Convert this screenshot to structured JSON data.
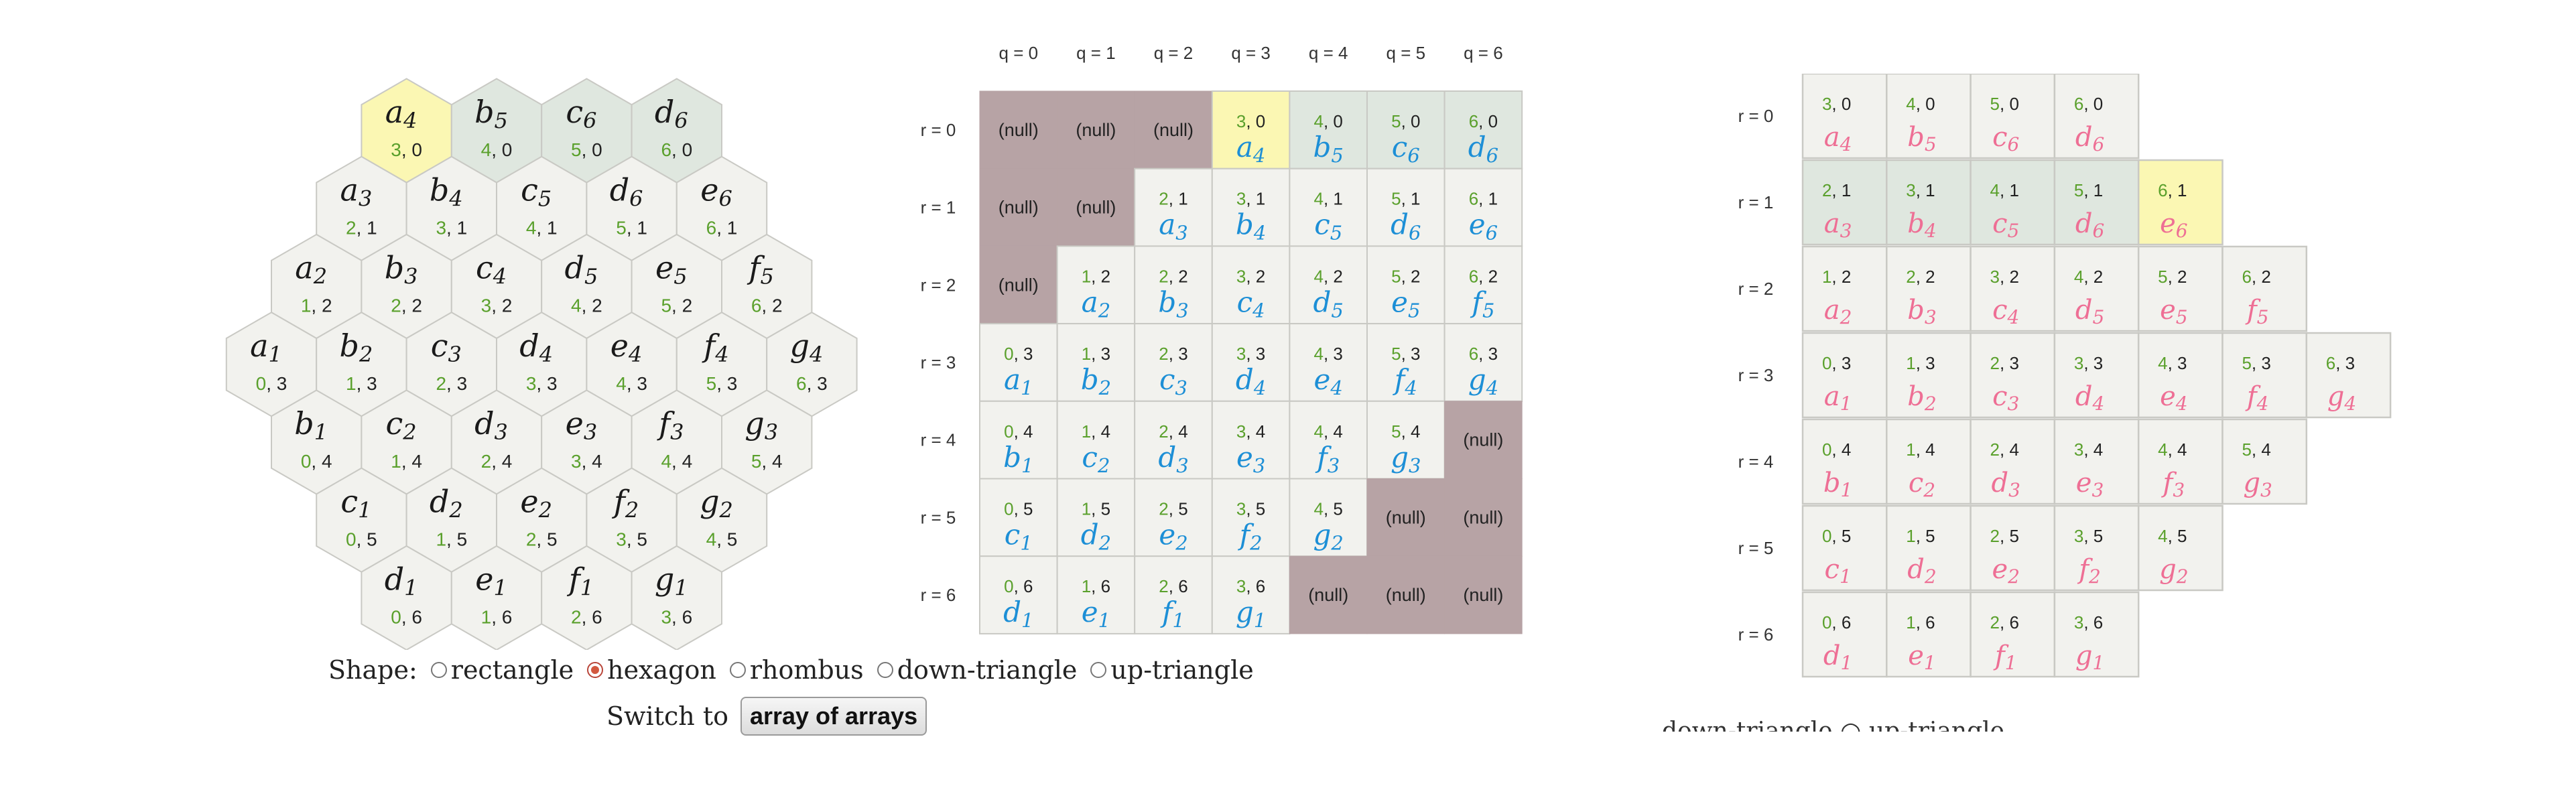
{
  "left_panel": {
    "shape_label": "Shape:",
    "shape_options": [
      "rectangle",
      "hexagon",
      "rhombus",
      "down-triangle",
      "up-triangle"
    ],
    "selected_shape": "hexagon",
    "switch_label": "Switch to",
    "switch_button": "array of arrays"
  },
  "hex_grid": {
    "cells": [
      {
        "q": 3,
        "r": 0,
        "coord": "3, 0",
        "hand": "a4",
        "state": "highlight"
      },
      {
        "q": 4,
        "r": 0,
        "coord": "4, 0",
        "hand": "b5",
        "state": "tinted"
      },
      {
        "q": 5,
        "r": 0,
        "coord": "5, 0",
        "hand": "c6",
        "state": "tinted"
      },
      {
        "q": 6,
        "r": 0,
        "coord": "6, 0",
        "hand": "d6",
        "state": "tinted"
      },
      {
        "q": 2,
        "r": 1,
        "coord": "2, 1",
        "hand": "a3",
        "state": "normal"
      },
      {
        "q": 3,
        "r": 1,
        "coord": "3, 1",
        "hand": "b4",
        "state": "normal"
      },
      {
        "q": 4,
        "r": 1,
        "coord": "4, 1",
        "hand": "c5",
        "state": "normal"
      },
      {
        "q": 5,
        "r": 1,
        "coord": "5, 1",
        "hand": "d6",
        "state": "normal"
      },
      {
        "q": 6,
        "r": 1,
        "coord": "6, 1",
        "hand": "e6",
        "state": "normal"
      },
      {
        "q": 1,
        "r": 2,
        "coord": "1, 2",
        "hand": "a2",
        "state": "normal"
      },
      {
        "q": 2,
        "r": 2,
        "coord": "2, 2",
        "hand": "b3",
        "state": "normal"
      },
      {
        "q": 3,
        "r": 2,
        "coord": "3, 2",
        "hand": "c4",
        "state": "normal"
      },
      {
        "q": 4,
        "r": 2,
        "coord": "4, 2",
        "hand": "d5",
        "state": "normal"
      },
      {
        "q": 5,
        "r": 2,
        "coord": "5, 2",
        "hand": "e5",
        "state": "normal"
      },
      {
        "q": 6,
        "r": 2,
        "coord": "6, 2",
        "hand": "f5",
        "state": "normal"
      },
      {
        "q": 0,
        "r": 3,
        "coord": "0, 3",
        "hand": "a1",
        "state": "normal"
      },
      {
        "q": 1,
        "r": 3,
        "coord": "1, 3",
        "hand": "b2",
        "state": "normal"
      },
      {
        "q": 2,
        "r": 3,
        "coord": "2, 3",
        "hand": "c3",
        "state": "normal"
      },
      {
        "q": 3,
        "r": 3,
        "coord": "3, 3",
        "hand": "d4",
        "state": "normal"
      },
      {
        "q": 4,
        "r": 3,
        "coord": "4, 3",
        "hand": "e4",
        "state": "normal"
      },
      {
        "q": 5,
        "r": 3,
        "coord": "5, 3",
        "hand": "f4",
        "state": "normal"
      },
      {
        "q": 6,
        "r": 3,
        "coord": "6, 3",
        "hand": "g4",
        "state": "normal"
      },
      {
        "q": 0,
        "r": 4,
        "coord": "0, 4",
        "hand": "b1",
        "state": "normal"
      },
      {
        "q": 1,
        "r": 4,
        "coord": "1, 4",
        "hand": "c2",
        "state": "normal"
      },
      {
        "q": 2,
        "r": 4,
        "coord": "2, 4",
        "hand": "d3",
        "state": "normal"
      },
      {
        "q": 3,
        "r": 4,
        "coord": "3, 4",
        "hand": "e3",
        "state": "normal"
      },
      {
        "q": 4,
        "r": 4,
        "coord": "4, 4",
        "hand": "f3",
        "state": "normal"
      },
      {
        "q": 5,
        "r": 4,
        "coord": "5, 4",
        "hand": "g3",
        "state": "normal"
      },
      {
        "q": 0,
        "r": 5,
        "coord": "0, 5",
        "hand": "c1",
        "state": "normal"
      },
      {
        "q": 1,
        "r": 5,
        "coord": "1, 5",
        "hand": "d2",
        "state": "normal"
      },
      {
        "q": 2,
        "r": 5,
        "coord": "2, 5",
        "hand": "e2",
        "state": "normal"
      },
      {
        "q": 3,
        "r": 5,
        "coord": "3, 5",
        "hand": "f2",
        "state": "normal"
      },
      {
        "q": 4,
        "r": 5,
        "coord": "4, 5",
        "hand": "g2",
        "state": "normal"
      },
      {
        "q": 0,
        "r": 6,
        "coord": "0, 6",
        "hand": "d1",
        "state": "normal"
      },
      {
        "q": 1,
        "r": 6,
        "coord": "1, 6",
        "hand": "e1",
        "state": "normal"
      },
      {
        "q": 2,
        "r": 6,
        "coord": "2, 6",
        "hand": "f1",
        "state": "normal"
      },
      {
        "q": 3,
        "r": 6,
        "coord": "3, 6",
        "hand": "g1",
        "state": "normal"
      }
    ]
  },
  "array_grid": {
    "column_headers": [
      "q = 0",
      "q = 1",
      "q = 2",
      "q = 3",
      "q = 4",
      "q = 5",
      "q = 6"
    ],
    "row_headers": [
      "r = 0",
      "r = 1",
      "r = 2",
      "r = 3",
      "r = 4",
      "r = 5",
      "r = 6"
    ],
    "null_text": "(null)",
    "cells": [
      [
        {
          "v": null
        },
        {
          "v": null
        },
        {
          "v": null
        },
        {
          "v": "3, 0",
          "h": "a4",
          "s": "highlight"
        },
        {
          "v": "4, 0",
          "h": "b5",
          "s": "tinted"
        },
        {
          "v": "5, 0",
          "h": "c6",
          "s": "tinted"
        },
        {
          "v": "6, 0",
          "h": "d6",
          "s": "tinted"
        }
      ],
      [
        {
          "v": null
        },
        {
          "v": null
        },
        {
          "v": "2, 1",
          "h": "a3"
        },
        {
          "v": "3, 1",
          "h": "b4"
        },
        {
          "v": "4, 1",
          "h": "c5"
        },
        {
          "v": "5, 1",
          "h": "d6"
        },
        {
          "v": "6, 1",
          "h": "e6"
        }
      ],
      [
        {
          "v": null
        },
        {
          "v": "1, 2",
          "h": "a2"
        },
        {
          "v": "2, 2",
          "h": "b3"
        },
        {
          "v": "3, 2",
          "h": "c4"
        },
        {
          "v": "4, 2",
          "h": "d5"
        },
        {
          "v": "5, 2",
          "h": "e5"
        },
        {
          "v": "6, 2",
          "h": "f5"
        }
      ],
      [
        {
          "v": "0, 3",
          "h": "a1"
        },
        {
          "v": "1, 3",
          "h": "b2"
        },
        {
          "v": "2, 3",
          "h": "c3"
        },
        {
          "v": "3, 3",
          "h": "d4"
        },
        {
          "v": "4, 3",
          "h": "e4"
        },
        {
          "v": "5, 3",
          "h": "f4"
        },
        {
          "v": "6, 3",
          "h": "g4"
        }
      ],
      [
        {
          "v": "0, 4",
          "h": "b1"
        },
        {
          "v": "1, 4",
          "h": "c2"
        },
        {
          "v": "2, 4",
          "h": "d3"
        },
        {
          "v": "3, 4",
          "h": "e3"
        },
        {
          "v": "4, 4",
          "h": "f3"
        },
        {
          "v": "5, 4",
          "h": "g3"
        },
        {
          "v": null
        }
      ],
      [
        {
          "v": "0, 5",
          "h": "c1"
        },
        {
          "v": "1, 5",
          "h": "d2"
        },
        {
          "v": "2, 5",
          "h": "e2"
        },
        {
          "v": "3, 5",
          "h": "f2"
        },
        {
          "v": "4, 5",
          "h": "g2"
        },
        {
          "v": null
        },
        {
          "v": null
        }
      ],
      [
        {
          "v": "0, 6",
          "h": "d1"
        },
        {
          "v": "1, 6",
          "h": "e1"
        },
        {
          "v": "2, 6",
          "h": "f1"
        },
        {
          "v": "3, 6",
          "h": "g1"
        },
        {
          "v": null
        },
        {
          "v": null
        },
        {
          "v": null
        }
      ]
    ]
  },
  "jagged_grid": {
    "row_headers": [
      "r = 0",
      "r = 1",
      "r = 2",
      "r = 3",
      "r = 4",
      "r = 5",
      "r = 6"
    ],
    "rows": [
      [
        {
          "v": "3, 0",
          "h": "a4"
        },
        {
          "v": "4, 0",
          "h": "b5"
        },
        {
          "v": "5, 0",
          "h": "c6"
        },
        {
          "v": "6, 0",
          "h": "d6"
        }
      ],
      [
        {
          "v": "2, 1",
          "h": "a3",
          "s": "tinted"
        },
        {
          "v": "3, 1",
          "h": "b4",
          "s": "tinted"
        },
        {
          "v": "4, 1",
          "h": "c5",
          "s": "tinted"
        },
        {
          "v": "5, 1",
          "h": "d6",
          "s": "tinted"
        },
        {
          "v": "6, 1",
          "h": "e6",
          "s": "highlight"
        }
      ],
      [
        {
          "v": "1, 2",
          "h": "a2"
        },
        {
          "v": "2, 2",
          "h": "b3"
        },
        {
          "v": "3, 2",
          "h": "c4"
        },
        {
          "v": "4, 2",
          "h": "d5"
        },
        {
          "v": "5, 2",
          "h": "e5"
        },
        {
          "v": "6, 2",
          "h": "f5"
        }
      ],
      [
        {
          "v": "0, 3",
          "h": "a1"
        },
        {
          "v": "1, 3",
          "h": "b2"
        },
        {
          "v": "2, 3",
          "h": "c3"
        },
        {
          "v": "3, 3",
          "h": "d4"
        },
        {
          "v": "4, 3",
          "h": "e4"
        },
        {
          "v": "5, 3",
          "h": "f4"
        },
        {
          "v": "6, 3",
          "h": "g4"
        }
      ],
      [
        {
          "v": "0, 4",
          "h": "b1"
        },
        {
          "v": "1, 4",
          "h": "c2"
        },
        {
          "v": "2, 4",
          "h": "d3"
        },
        {
          "v": "3, 4",
          "h": "e3"
        },
        {
          "v": "4, 4",
          "h": "f3"
        },
        {
          "v": "5, 4",
          "h": "g3"
        }
      ],
      [
        {
          "v": "0, 5",
          "h": "c1"
        },
        {
          "v": "1, 5",
          "h": "d2"
        },
        {
          "v": "2, 5",
          "h": "e2"
        },
        {
          "v": "3, 5",
          "h": "f2"
        },
        {
          "v": "4, 5",
          "h": "g2"
        }
      ],
      [
        {
          "v": "0, 6",
          "h": "d1"
        },
        {
          "v": "1, 6",
          "h": "e1"
        },
        {
          "v": "2, 6",
          "h": "f1"
        },
        {
          "v": "3, 6",
          "h": "g1"
        }
      ]
    ],
    "cut_text": "down-triangle  ○ up-triangle"
  },
  "colors": {
    "cell_fill": "#f2f2ee",
    "cell_stroke": "#c9c9c4",
    "highlight": "#fbf7b3",
    "tinted": "#dfe7df",
    "null_fill": "#b7a3a5",
    "first_digit_green": "#5aa02c",
    "hand_black": "#1a1a1a",
    "hand_blue": "#1d8fd6",
    "hand_pink": "#ee6f95"
  }
}
